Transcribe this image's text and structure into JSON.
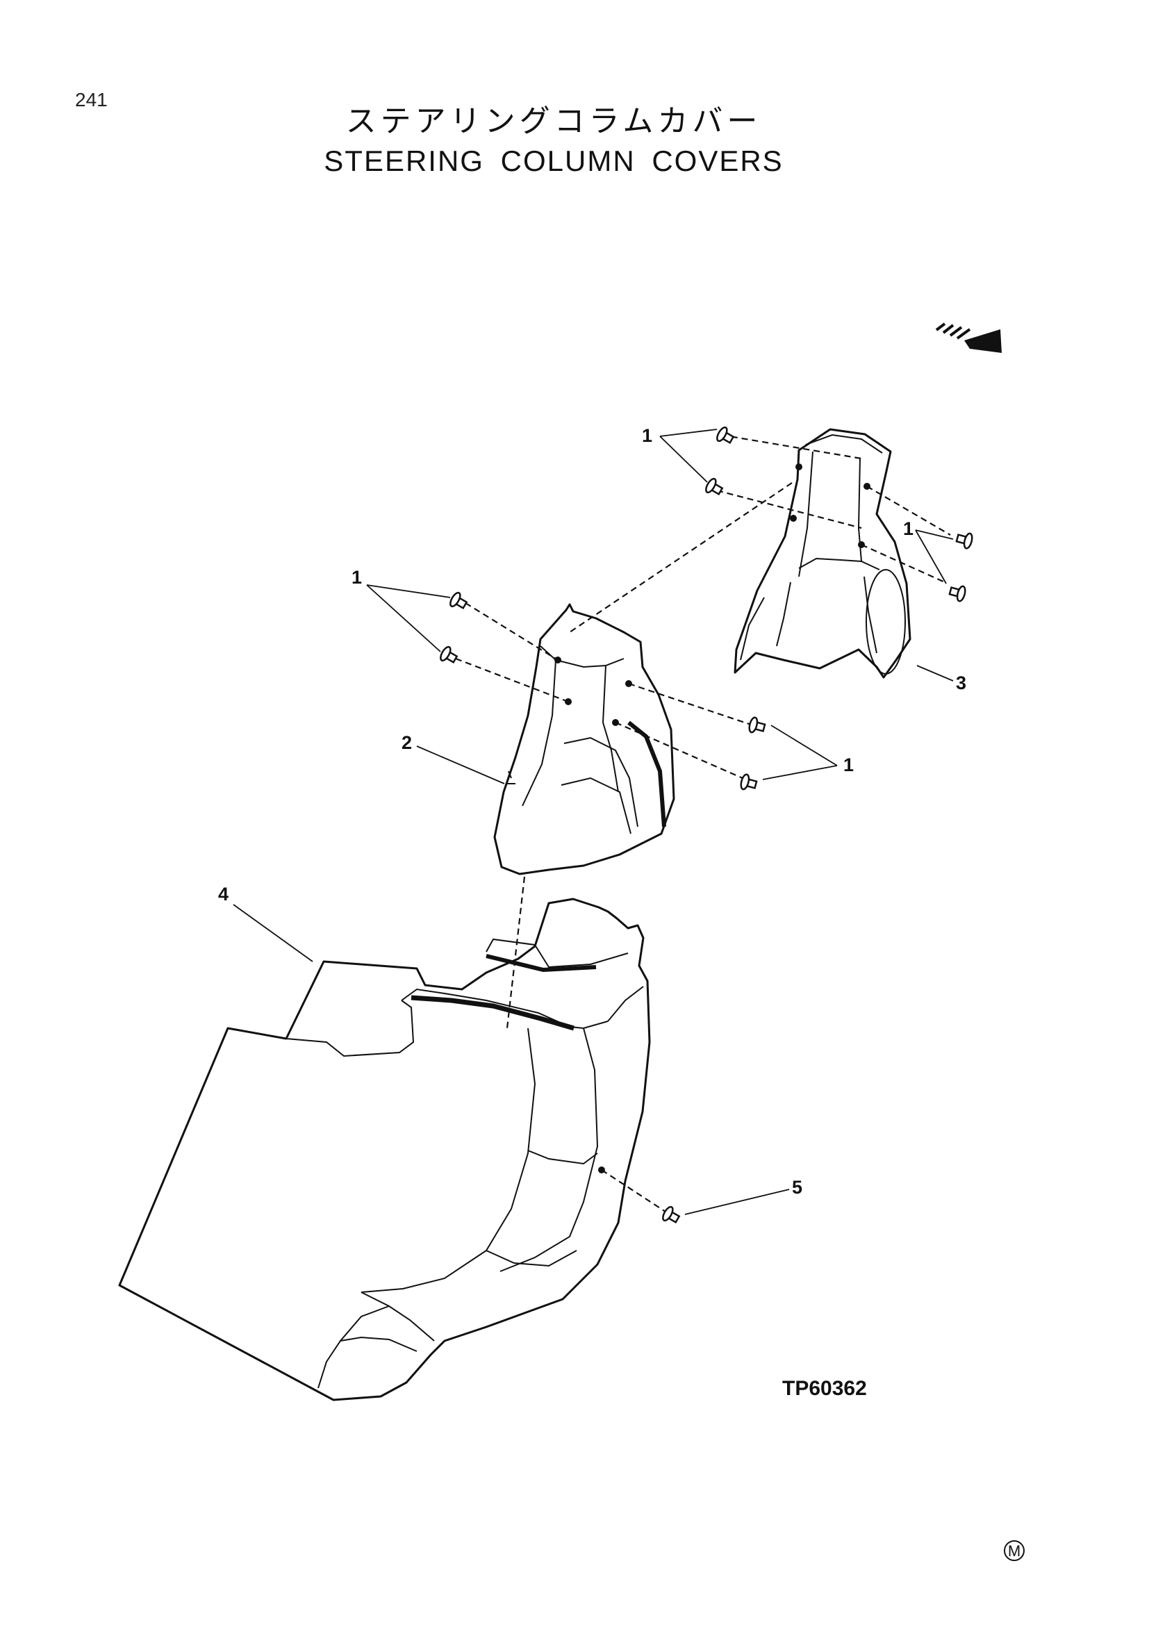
{
  "page_number": "241",
  "title_ja": "ステアリングコラムカバー",
  "title_en": "STEERING COLUMN COVERS",
  "callouts": {
    "part_1": "1",
    "part_2": "2",
    "part_3": "3",
    "part_4": "4",
    "part_5": "5"
  },
  "figure_id": "TP60362",
  "manufacturer_mark": "M",
  "icons": [
    "front-direction-arrow-icon"
  ]
}
